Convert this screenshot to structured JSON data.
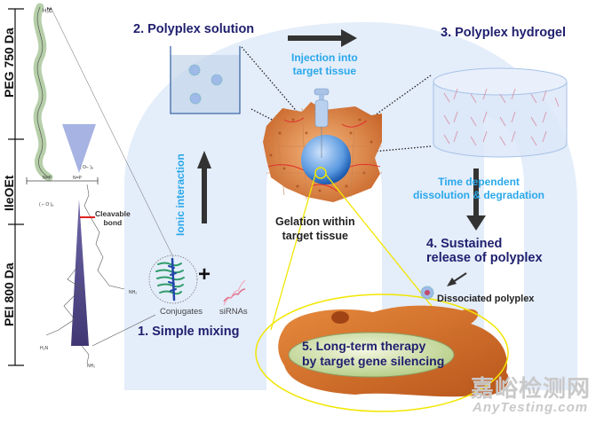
{
  "left_scale": {
    "peg": "PEG 750 Da",
    "ileoet": "IleOEt",
    "pei": "PEI 800 Da",
    "cleavable_bond": [
      "Cleavable",
      "bond"
    ]
  },
  "steps": {
    "step1": "1. Simple mixing",
    "step2": "2. Polyplex solution",
    "step3": "3. Polyplex hydrogel",
    "step4": [
      "4. Sustained",
      "release of polyplex"
    ],
    "step5": [
      "5. Long-term therapy",
      "by target gene silencing"
    ]
  },
  "annotations": {
    "ionic_interaction": "Ionic interaction",
    "injection": [
      "Injection into",
      "target tissue"
    ],
    "time_dependent": [
      "Time dependent",
      "dissolution & degradation"
    ],
    "gelation": [
      "Gelation within",
      "target tissue"
    ],
    "conjugates": "Conjugates",
    "sirnas": "siRNAs",
    "plus": "+",
    "dissociated": "Dissociated polyplex"
  },
  "watermark": {
    "cn": "嘉峪检测网",
    "en": "AnyTesting.com"
  },
  "colors": {
    "step_text": "#1f1f6e",
    "note_text": "#29a8ea",
    "arch": "#e3ecfa",
    "tissue": "#d9783a",
    "highlight": "#f2e600",
    "peg_band": "#a9c79a",
    "pei_wedge": "#4a3f7f"
  }
}
